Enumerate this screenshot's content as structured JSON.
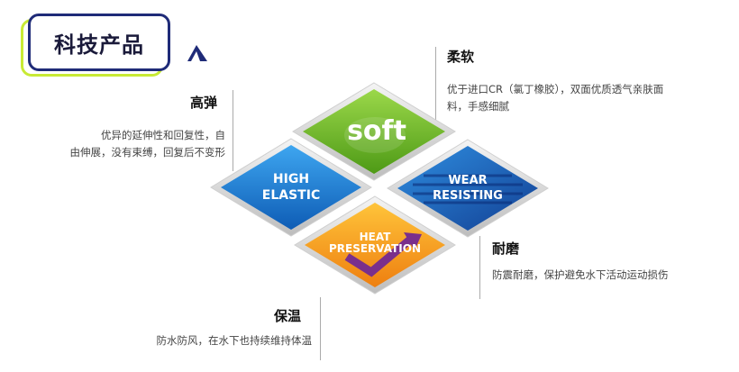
{
  "header": {
    "title": "科技产品"
  },
  "features": {
    "soft": {
      "title": "柔软",
      "desc_line1": "优于进口CR（氯丁橡胶），双面优质透气亲肤面",
      "desc_line2": "料，手感细腻"
    },
    "high_elastic": {
      "title": "高弹",
      "desc_line1": "优异的延伸性和回复性，自",
      "desc_line2": "由伸展，没有束缚，回复后不变形"
    },
    "wear": {
      "title": "耐磨",
      "desc": "防震耐磨，保护避免水下活动运动损伤"
    },
    "heat": {
      "title": "保温",
      "desc": "防水防风，在水下也持续维持体温"
    }
  },
  "tiles": {
    "soft": "soft",
    "high_elastic_1": "HIGH",
    "high_elastic_2": "ELASTIC",
    "wear_1": "WEAR",
    "wear_2": "RESISTING",
    "heat_1": "HEAT",
    "heat_2": "PRESERVATION"
  },
  "colors": {
    "soft_green": "#6fb82a",
    "elastic_blue": "#1c7fd6",
    "wear_blue": "#1a5fb4",
    "heat_orange": "#f39a12",
    "title_border": "#1f2b78",
    "title_accent": "#c8ea35"
  }
}
